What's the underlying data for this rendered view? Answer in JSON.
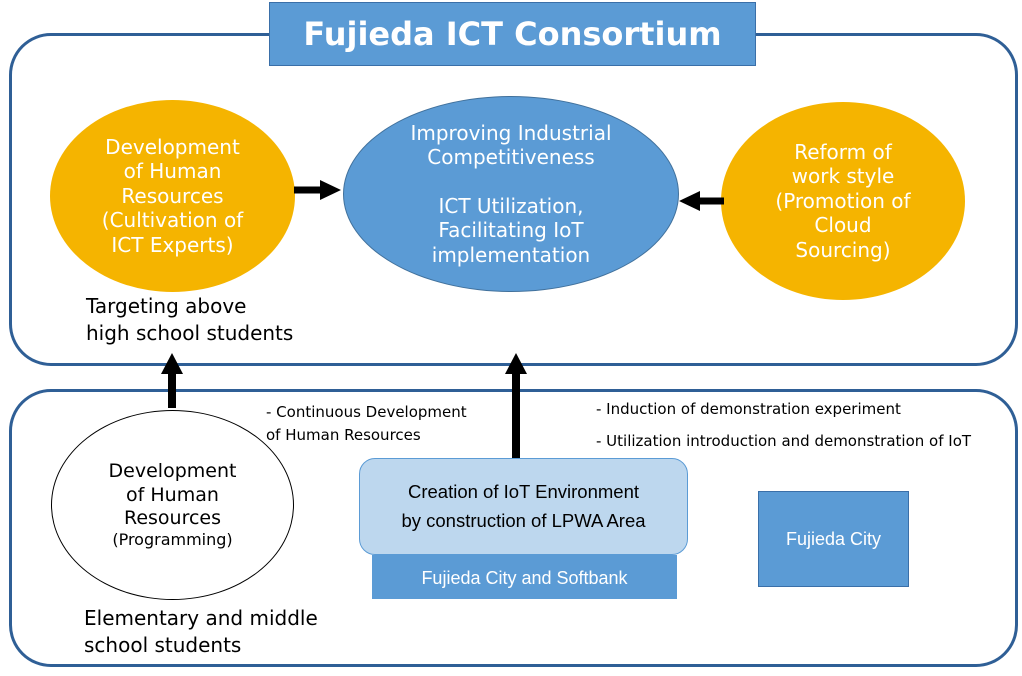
{
  "title": "Fujieda ICT Consortium",
  "top_panel": {
    "left_circle": "Development\nof Human\nResources\n(Cultivation of\nICT Experts)",
    "left_caption": "Targeting above\nhigh school students",
    "center_circle_line1": "Improving Industrial\nCompetitiveness",
    "center_circle_line2": "ICT Utilization,\nFacilitating IoT\nimplementation",
    "right_circle": "Reform of\nwork style\n(Promotion of\nCloud\nSourcing)"
  },
  "bottom_panel": {
    "left_circle_main": "Development\nof Human\nResources",
    "left_circle_sub": "(Programming)",
    "left_caption": "Elementary and middle\nschool students",
    "note_left": "- Continuous Development\n  of Human Resources",
    "note_right_1": "- Induction of demonstration experiment",
    "note_right_2": "- Utilization introduction and demonstration of IoT",
    "iot_box": "Creation of IoT Environment\nby construction of LPWA Area",
    "iot_label": "Fujieda City and Softbank",
    "city_box": "Fujieda City"
  },
  "colors": {
    "panel_border": "#2f5f96",
    "blue": "#5b9bd5",
    "orange": "#f5b400",
    "light_blue": "#bdd7ee"
  }
}
